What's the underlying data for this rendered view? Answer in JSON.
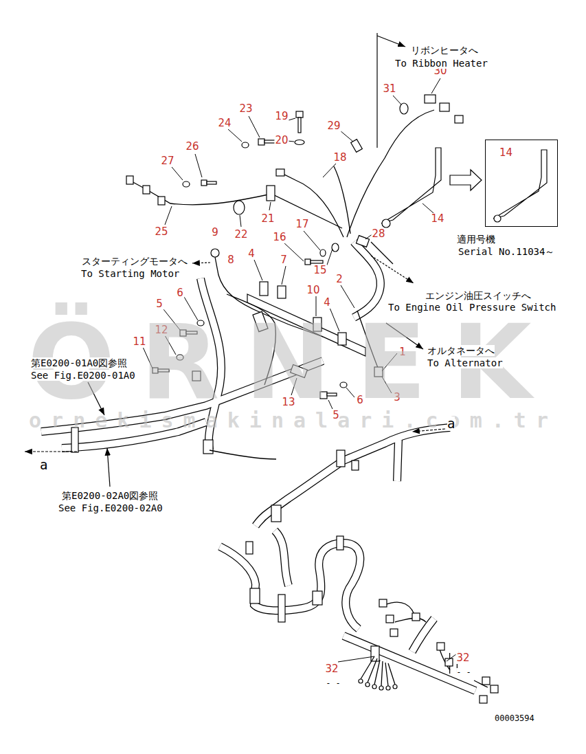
{
  "diagram": {
    "nodes": [
      {
        "text": [
          "14"
        ]
      }
    ],
    "labels": [
      "ÖRNEK",
      "ornekismakinalari.com.tr",
      "リボンヒータへ",
      "To Ribbon Heater",
      "30",
      "31",
      "23",
      "19",
      "24",
      "29",
      "20",
      "26",
      "18",
      "27",
      "14",
      "21",
      "25",
      "22",
      "9",
      "17",
      "28",
      "適用号機",
      "Serial No.11034～",
      "16",
      "8",
      "4",
      "7",
      "スターティングモータへ",
      "To Starting Motor",
      "15",
      "2",
      "エンジン油圧スイッチへ",
      "To Engine Oil Pressure Switch",
      "10",
      "6",
      "4",
      "5",
      "12",
      "11",
      "オルタネータへ",
      "To Alternator",
      "1",
      "第E0200-01A0図参照",
      "See Fig.E0200-01A0",
      "3",
      "6",
      "13",
      "5",
      "a",
      "a",
      "第E0200-02A0図参照",
      "See Fig.E0200-02A0",
      "32",
      "- -",
      "32",
      "- -",
      "00003594"
    ]
  }
}
